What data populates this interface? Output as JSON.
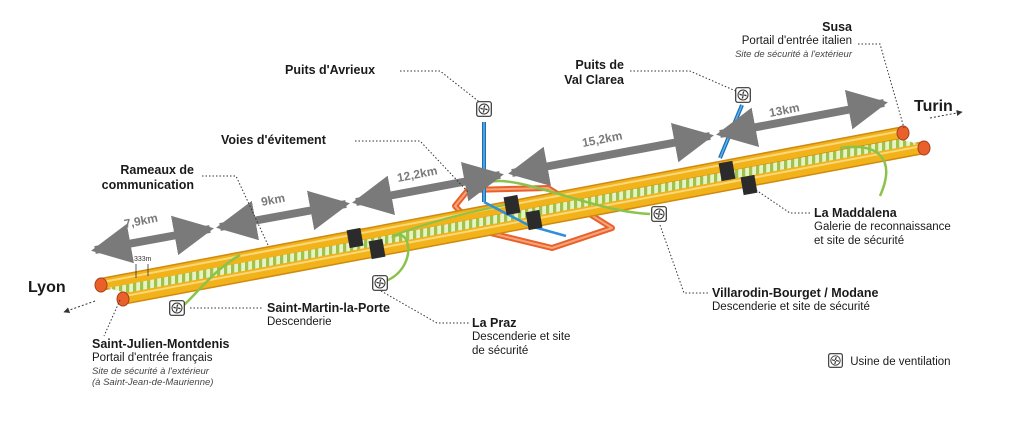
{
  "endpoints": {
    "lyon": "Lyon",
    "turin": "Turin"
  },
  "portals": {
    "st_julien": {
      "name": "Saint-Julien-Montdenis",
      "desc": "Portail d'entrée français",
      "note1": "Site de sécurité à l'extérieur",
      "note2": "(à Saint-Jean-de-Maurienne)"
    },
    "susa": {
      "name": "Susa",
      "desc": "Portail d'entrée italien",
      "note": "Site de sécurité à l'extérieur"
    }
  },
  "sites": {
    "st_martin": {
      "name": "Saint-Martin-la-Porte",
      "desc": "Descenderie"
    },
    "la_praz": {
      "name": "La Praz",
      "desc1": "Descenderie et site",
      "desc2": "de sécurité"
    },
    "villarodin": {
      "name": "Villarodin-Bourget / Modane",
      "desc": "Descenderie et site de sécurité"
    },
    "maddalena": {
      "name": "La Maddalena",
      "desc1": "Galerie de reconnaissance",
      "desc2": "et site de sécurité"
    }
  },
  "shafts": {
    "avrieux": "Puits d'Avrieux",
    "val_clarea_1": "Puits de",
    "val_clarea_2": "Val Clarea"
  },
  "features": {
    "voies": "Voies d'évitement",
    "rameaux_1": "Rameaux de",
    "rameaux_2": "communication",
    "spacing": "333m"
  },
  "distances": [
    "7,9km",
    "9km",
    "12,2km",
    "15,2km",
    "13km"
  ],
  "legend": {
    "label": "Usine de ventilation",
    "icon": "ventilation-icon"
  },
  "colors": {
    "tube": "#f2b21a",
    "tube_dark": "#d08a10",
    "rails": "#b8d66a",
    "access": "#e9602a",
    "shaft": "#2f8fd8",
    "connector": "#8bc34a",
    "arrow": "#7a7a7a"
  }
}
